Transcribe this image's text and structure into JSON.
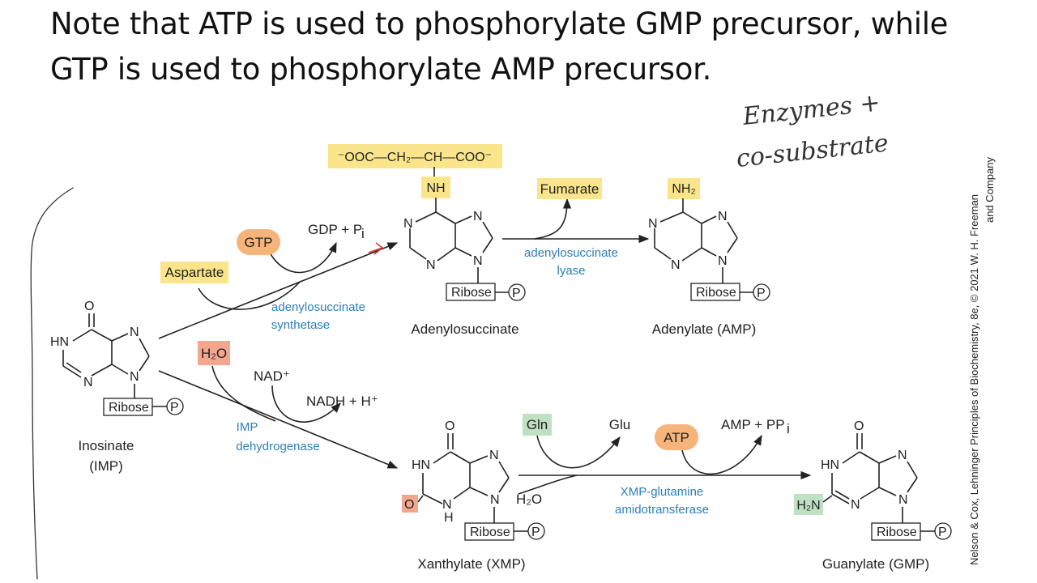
{
  "heading": {
    "line1": "Note that ATP is used to phosphorylate GMP precursor, while",
    "line2": "GTP is used to phosphorylate AMP precursor."
  },
  "handwriting": {
    "line1": "Enzymes +",
    "line2": "co-substrate"
  },
  "molecules": {
    "imp": {
      "name": "Inosinate",
      "abbr": "(IMP)"
    },
    "adenylosuccinate": {
      "name": "Adenylosuccinate"
    },
    "amp": {
      "name": "Adenylate (AMP)"
    },
    "xmp": {
      "name": "Xanthylate (XMP)"
    },
    "gmp": {
      "name": "Guanylate (GMP)"
    }
  },
  "groups": {
    "succinyl_chain": "⁻OOC—CH₂—CH—COO⁻",
    "nh": "NH",
    "nh2": "NH₂",
    "h2n": "H₂N",
    "ribose": "Ribose",
    "phosphate": "P"
  },
  "reagents": {
    "gtp": "GTP",
    "gdp_pi": "GDP + P",
    "pi_sub": "i",
    "aspartate": "Aspartate",
    "fumarate": "Fumarate",
    "h2o": "H₂O",
    "nad": "NAD⁺",
    "nadh": "NADH + H⁺",
    "gln": "Gln",
    "glu": "Glu",
    "atp": "ATP",
    "amp_ppi": "AMP + PP",
    "h2o_xmp": "H₂O"
  },
  "enzymes": {
    "adss_1": "adenylosuccinate",
    "adss_2": "synthetase",
    "adsl_1": "adenylosuccinate",
    "adsl_2": "lyase",
    "impdh_1": "IMP",
    "impdh_2": "dehydrogenase",
    "gmps_1": "XMP-glutamine",
    "gmps_2": "amidotransferase"
  },
  "highlight_colors": {
    "yellow": "#fbe58a",
    "orange": "#f7b47a",
    "red": "#f4a68f",
    "green": "#bfe0c2",
    "enzyme_text": "#2a7fb8"
  },
  "credit": {
    "line1": "Nelson & Cox, Lehninger Principles of Biochemistry, 8e, © 2021 W. H. Freeman",
    "line2": "and Company"
  }
}
